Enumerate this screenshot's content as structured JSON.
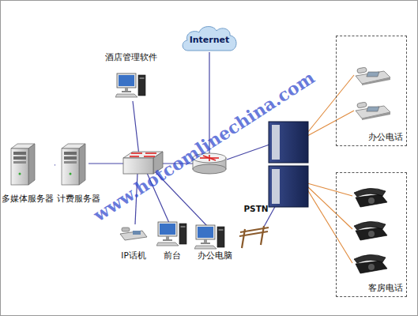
{
  "diagram": {
    "nodes": [
      {
        "text": [
          "Internet"
        ]
      },
      {
        "text": [
          "酒店管理软件"
        ]
      },
      {
        "text": [
          "多媒体服务器"
        ]
      },
      {
        "text": [
          "计费服务器"
        ]
      },
      {
        "text": [
          "IP话机"
        ]
      },
      {
        "text": [
          "前台"
        ]
      },
      {
        "text": [
          "办公电脑"
        ]
      },
      {
        "text": [
          "PSTN"
        ]
      },
      {
        "text": [
          "办公电话"
        ]
      },
      {
        "text": [
          "客房电话"
        ]
      }
    ],
    "edges": [
      {
        "from": 2,
        "to": 3,
        "arrow": "none"
      }
    ],
    "labels": [
      "www.hotcomlinechina.com"
    ]
  }
}
